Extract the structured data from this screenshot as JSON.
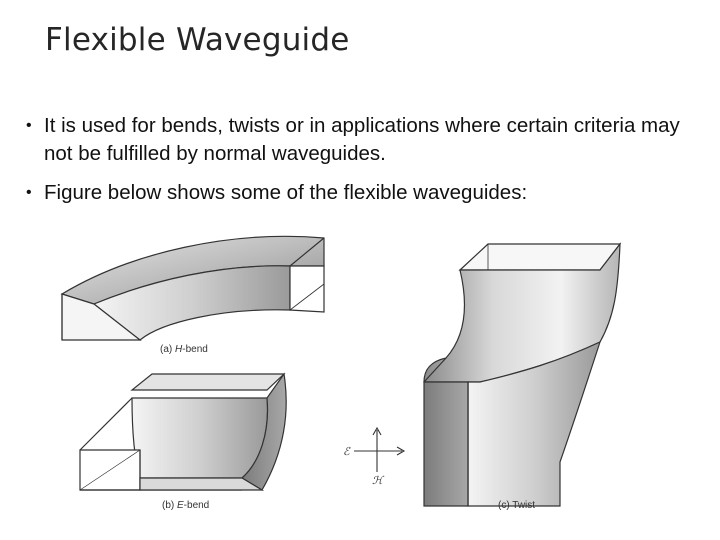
{
  "slide": {
    "title": "Flexible Waveguide",
    "bullets": [
      {
        "text": "It is used for bends, twists or in applications where certain criteria may not be fulfilled by normal waveguides."
      },
      {
        "text": "Figure below shows some of the flexible waveguides:"
      }
    ]
  },
  "figure": {
    "captions": {
      "h_bend": {
        "prefix": "(a) ",
        "italic": "H",
        "suffix": "-bend"
      },
      "e_bend": {
        "prefix": "(b) ",
        "italic": "E",
        "suffix": "-bend"
      },
      "twist": {
        "label": "(c) Twist"
      }
    },
    "axis_labels": {
      "e": "ℰ",
      "h": "ℋ"
    }
  }
}
